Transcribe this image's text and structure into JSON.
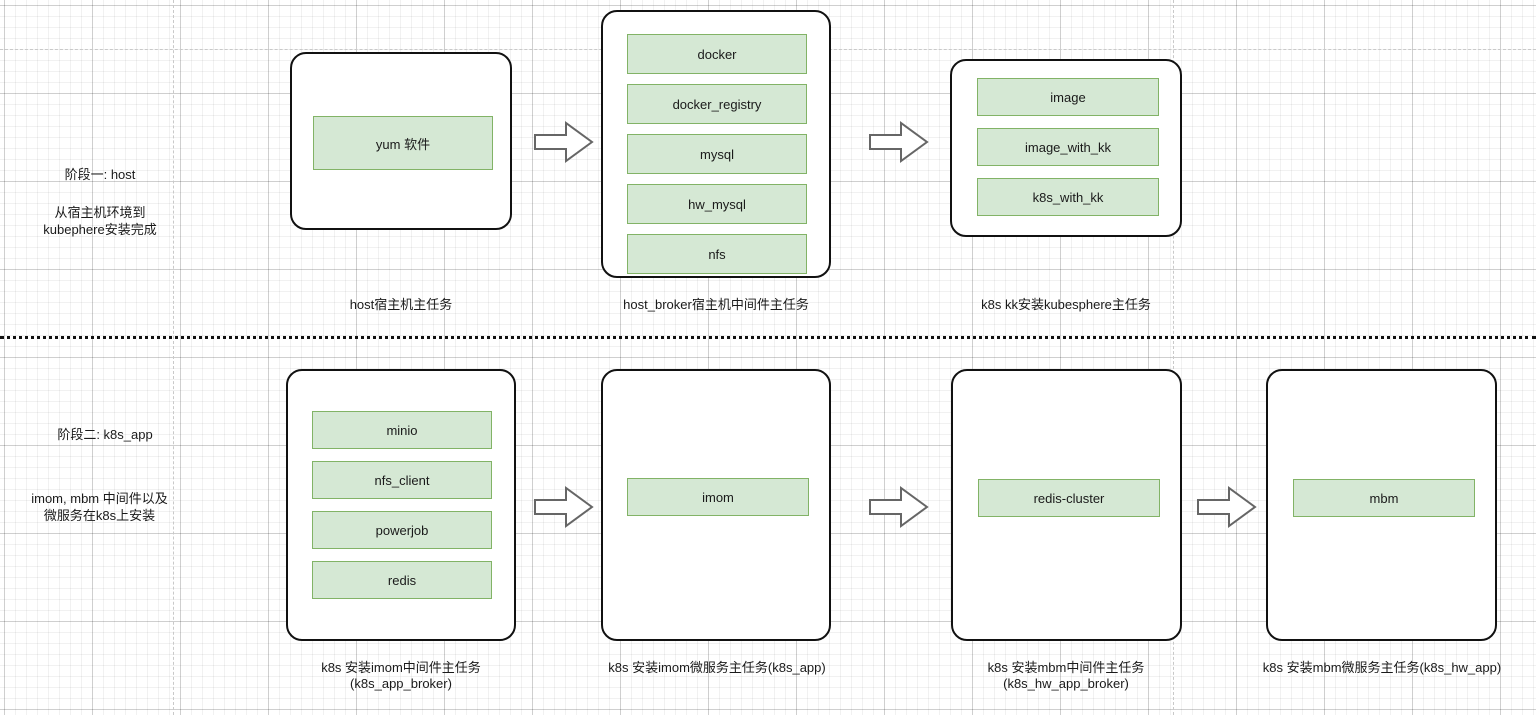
{
  "diagram": {
    "title": "",
    "colors": {
      "item_fill": "#d5e8d4",
      "item_border": "#82b366",
      "card_border": "#111111",
      "arrow_stroke": "#666666",
      "divider": "#111111",
      "grid": "#e8e8e8"
    },
    "phases": [
      {
        "id": "phase-1",
        "label": "阶段一: host",
        "description": "从宿主机环境到\nkubephere安装完成"
      },
      {
        "id": "phase-2",
        "label": "阶段二: k8s_app",
        "description": "imom, mbm 中间件以及\n微服务在k8s上安装"
      }
    ],
    "rows": [
      {
        "id": "row-host",
        "cards": [
          {
            "id": "card-host",
            "caption": "host宿主机主任务",
            "items": [
              "yum 软件"
            ]
          },
          {
            "id": "card-host-broker",
            "caption": "host_broker宿主机中间件主任务",
            "items": [
              "docker",
              "docker_registry",
              "mysql",
              "hw_mysql",
              "nfs"
            ]
          },
          {
            "id": "card-k8s-kk",
            "caption": "k8s kk安装kubesphere主任务",
            "items": [
              "image",
              "image_with_kk",
              "k8s_with_kk"
            ]
          }
        ]
      },
      {
        "id": "row-k8s-app",
        "cards": [
          {
            "id": "card-k8s-app-broker",
            "caption": "k8s 安装imom中间件主任务\n(k8s_app_broker)",
            "items": [
              "minio",
              "nfs_client",
              "powerjob",
              "redis"
            ]
          },
          {
            "id": "card-k8s-app",
            "caption": "k8s 安装imom微服务主任务(k8s_app)",
            "items": [
              "imom"
            ]
          },
          {
            "id": "card-k8s-hw-app-broker",
            "caption": "k8s 安装mbm中间件主任务\n(k8s_hw_app_broker)",
            "items": [
              "redis-cluster"
            ]
          },
          {
            "id": "card-k8s-hw-app",
            "caption": "k8s 安装mbm微服务主任务(k8s_hw_app)",
            "items": [
              "mbm"
            ]
          }
        ]
      }
    ],
    "arrows": [
      {
        "id": "arrow-host-to-broker",
        "name": "flow-arrow"
      },
      {
        "id": "arrow-broker-to-kk",
        "name": "flow-arrow"
      },
      {
        "id": "arrow-appbroker-to-app",
        "name": "flow-arrow"
      },
      {
        "id": "arrow-app-to-hwbroker",
        "name": "flow-arrow"
      },
      {
        "id": "arrow-hwbroker-to-hwapp",
        "name": "flow-arrow"
      }
    ]
  }
}
